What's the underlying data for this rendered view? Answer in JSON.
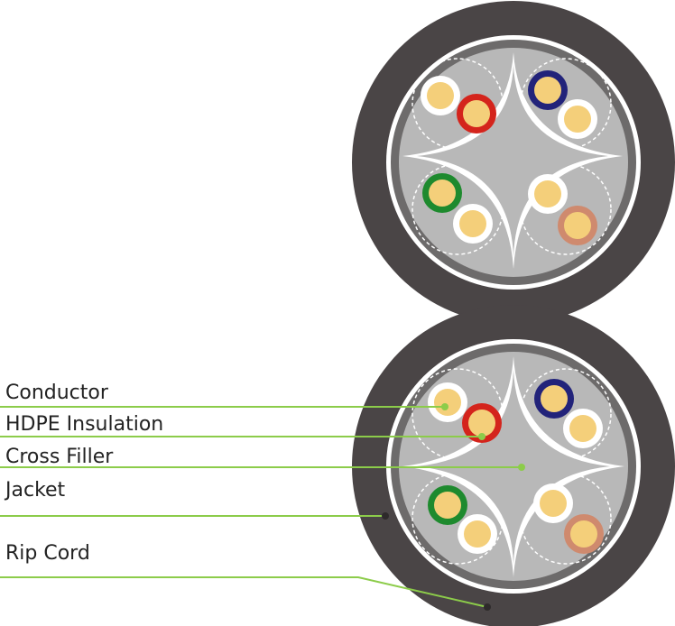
{
  "labels": {
    "conductor": "Conductor",
    "insulation": "HDPE Insulation",
    "cross_filler": "Cross Filler",
    "jacket": "Jacket",
    "rip_cord": "Rip Cord"
  },
  "colors": {
    "jacket": "#4a4546",
    "outer_ring": "#ffffff",
    "shield_band": "#6d6b6b",
    "core_fill": "#b8b8b8",
    "cross_filler": "#ffffff",
    "conductor": "#f4cf7a",
    "leader_line": "#8ccc4a",
    "pairs": {
      "red": "#d4241c",
      "blue": "#22237a",
      "green": "#1e8a2e",
      "brown": "#cf8a6e",
      "white": "#ffffff"
    }
  }
}
